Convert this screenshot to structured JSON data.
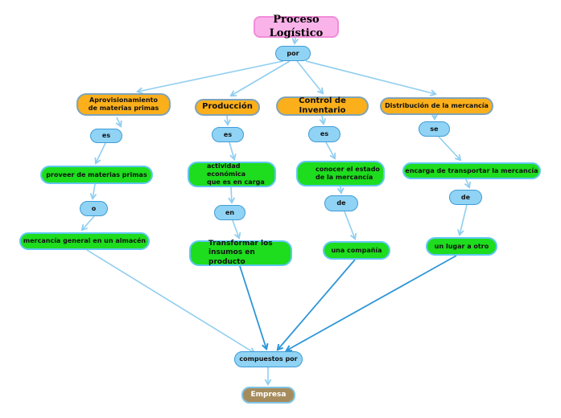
{
  "map": {
    "title": "Proceso Logístico",
    "root_link": "por",
    "branches": [
      {
        "topic": "Aprovisionamiento\nde materias primas",
        "link1": "es",
        "concept1": "proveer de materias primas",
        "link2": "o",
        "concept2": "mercancía general en un almacén"
      },
      {
        "topic": "Producción",
        "link1": "es",
        "concept1": "actividad económica\nque es en carga",
        "link2": "en",
        "concept2": "Transformar los\ninsumos en producto"
      },
      {
        "topic": "Control de Inventario",
        "link1": "es",
        "concept1": "conocer el estado\nde la mercancía",
        "link2": "de",
        "concept2": "una compañía"
      },
      {
        "topic": "Distribución de la mercancía",
        "link1": "se",
        "concept1": "encarga de transportar la mercancía",
        "link2": "de",
        "concept2": "un lugar a otro"
      }
    ],
    "closing_link": "compuestos por",
    "final_concept": "Empresa"
  },
  "colors": {
    "title_fill": "#FAB3E9",
    "title_border": "#F28CD9",
    "link_fill": "#90D3F4",
    "link_border": "#3E9CD8",
    "topic_fill": "#FAAF1B",
    "topic_border": "#7FA3B8",
    "concept_fill": "#1EDC1E",
    "concept_border": "#5FC8F0",
    "final_fill": "#A68C5C",
    "arrow_light": "#90CEF0",
    "arrow_dark": "#2E96D8"
  }
}
